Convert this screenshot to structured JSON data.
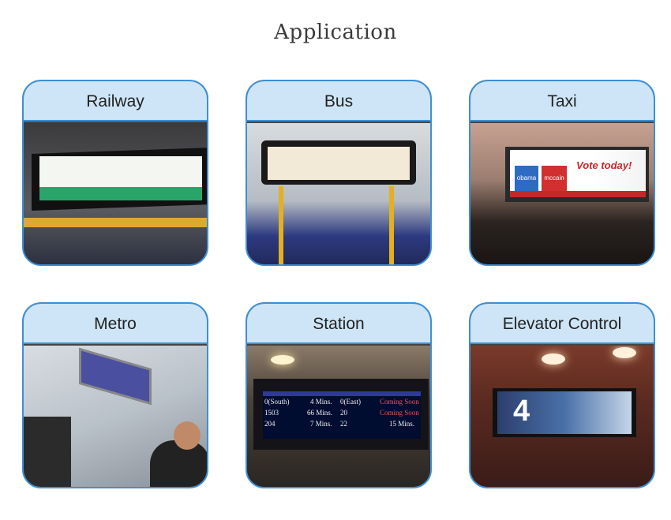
{
  "title": "Application",
  "cards": [
    {
      "label": "Railway"
    },
    {
      "label": "Bus"
    },
    {
      "label": "Taxi"
    },
    {
      "label": "Metro"
    },
    {
      "label": "Station"
    },
    {
      "label": "Elevator Control"
    }
  ],
  "taxi_ad": {
    "cup1": "obama",
    "cup2": "mccain",
    "slogan": "Vote today!"
  },
  "station_board": {
    "rows": [
      [
        "0(South)",
        "4 Mins.",
        "0(East)",
        "Coming Soon"
      ],
      [
        "1503",
        "66 Mins.",
        "20",
        "Coming Soon"
      ],
      [
        "204",
        "7 Mins.",
        "22",
        "15 Mins."
      ]
    ]
  },
  "elevator_display": {
    "floor": "4"
  },
  "colors": {
    "border": "#3d8fd6",
    "header": "#cde5f6"
  }
}
